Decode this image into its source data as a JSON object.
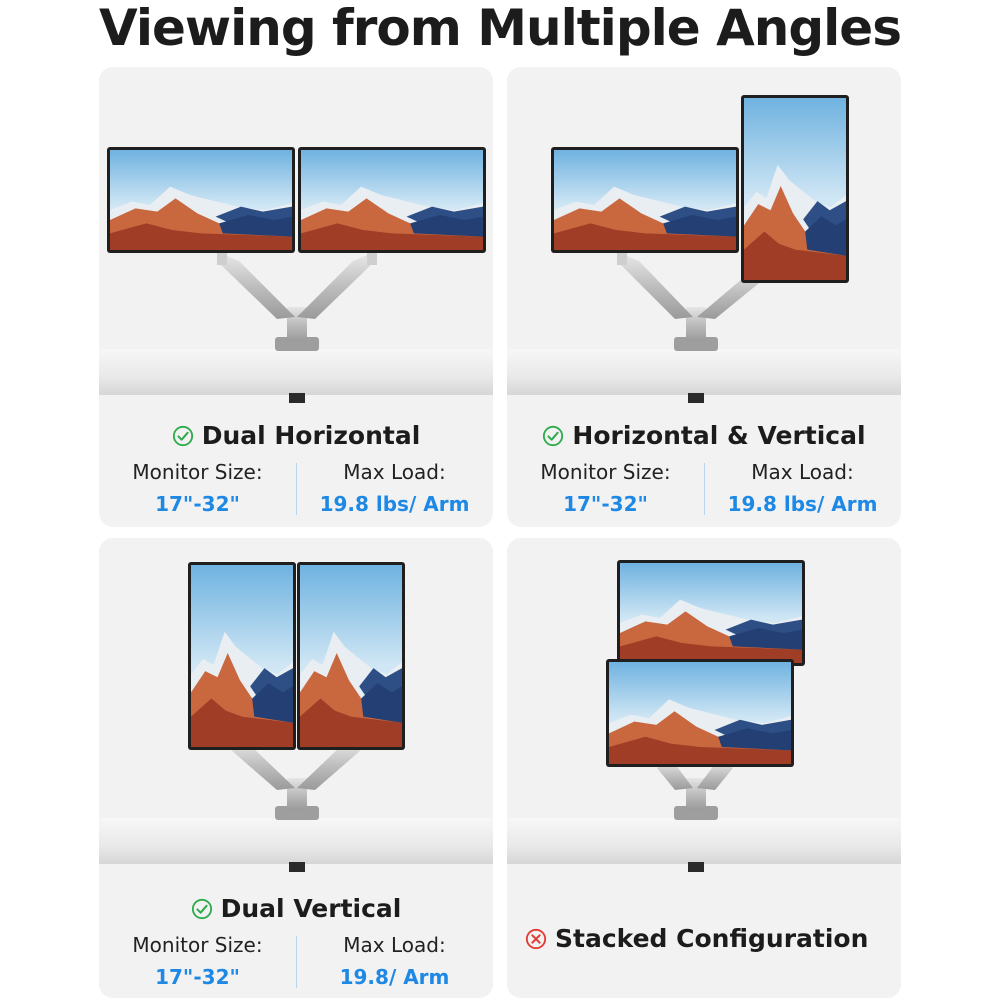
{
  "title": "Viewing from Multiple Angles",
  "colors": {
    "accent_blue": "#1e88e5",
    "ok_green": "#2eab4c",
    "no_red": "#e53935",
    "panel_bg": "#f2f2f2"
  },
  "panels": [
    {
      "label": "Dual Horizontal",
      "status_icon": "check-circle-icon",
      "size_label": "Monitor Size:",
      "size_value": "17\"-32\"",
      "load_label": "Max Load:",
      "load_value": "19.8 lbs/ Arm"
    },
    {
      "label": "Horizontal & Vertical",
      "status_icon": "check-circle-icon",
      "size_label": "Monitor Size:",
      "size_value": "17\"-32\"",
      "load_label": "Max Load:",
      "load_value": "19.8 lbs/ Arm"
    },
    {
      "label": "Dual Vertical",
      "status_icon": "check-circle-icon",
      "size_label": "Monitor Size:",
      "size_value": "17\"-32\"",
      "load_label": "Max Load:",
      "load_value": "19.8/ Arm"
    },
    {
      "label": "Stacked Configuration",
      "status_icon": "x-circle-icon"
    }
  ]
}
